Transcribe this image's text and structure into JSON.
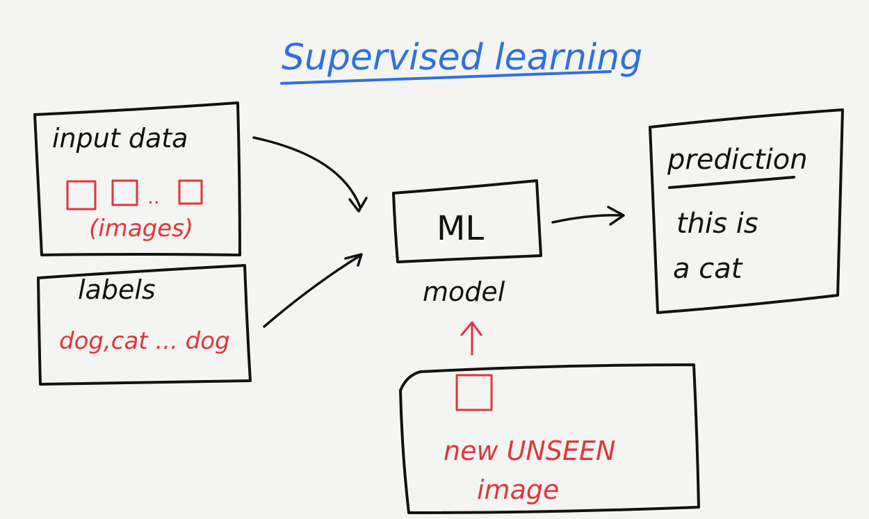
{
  "title": "Supervised learning",
  "input_box": {
    "heading": "input data",
    "caption": "(images)",
    "ellipsis": ".."
  },
  "labels_box": {
    "heading": "labels",
    "values": "dog,cat ... dog"
  },
  "model_box": {
    "label": "ML",
    "caption": "model"
  },
  "prediction_box": {
    "heading": "prediction",
    "line1": "this is",
    "line2": "a cat"
  },
  "unseen_box": {
    "line1": "new UNSEEN",
    "line2": "image"
  },
  "colors": {
    "ink": "#111111",
    "red": "#e0353b",
    "blue": "#2f6fe0",
    "paper": "#f4f4f2"
  }
}
